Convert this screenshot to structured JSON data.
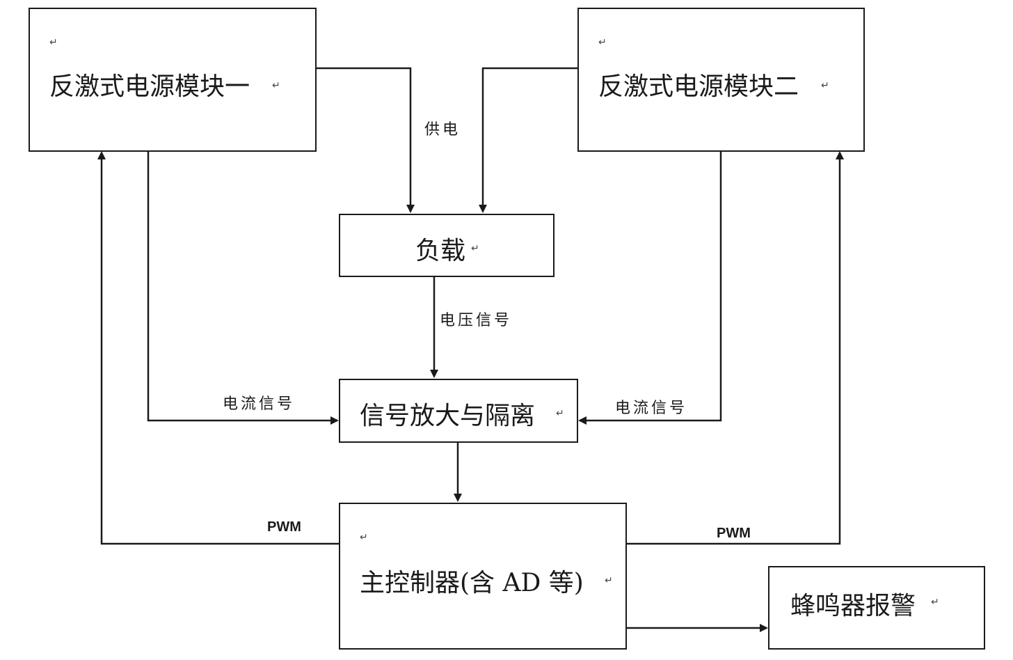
{
  "nodes": {
    "flyback1": {
      "label": "反激式电源模块一",
      "mark": "↵"
    },
    "flyback2": {
      "label": "反激式电源模块二",
      "mark": "↵"
    },
    "load": {
      "label": "负载",
      "mark": "↵"
    },
    "amp": {
      "label": "信号放大与隔离",
      "mark": "↵"
    },
    "mcu": {
      "label": "主控制器(含 AD 等)",
      "mark": "↵"
    },
    "buzzer": {
      "label": "蜂鸣器报警",
      "mark": "↵"
    }
  },
  "edges": {
    "power": "供电",
    "voltage_signal": "电压信号",
    "current_signal_left": "电流信号",
    "current_signal_right": "电流信号",
    "pwm_left": "PWM",
    "pwm_right": "PWM"
  }
}
